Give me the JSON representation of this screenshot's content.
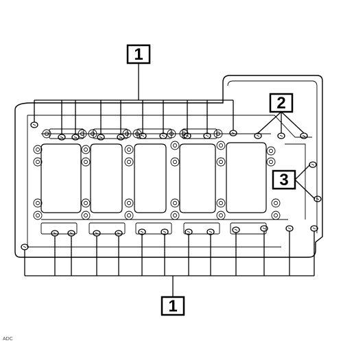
{
  "callouts": {
    "top": "1",
    "upper_right": "2",
    "right": "3",
    "bottom": "1"
  },
  "credit": "ADC"
}
